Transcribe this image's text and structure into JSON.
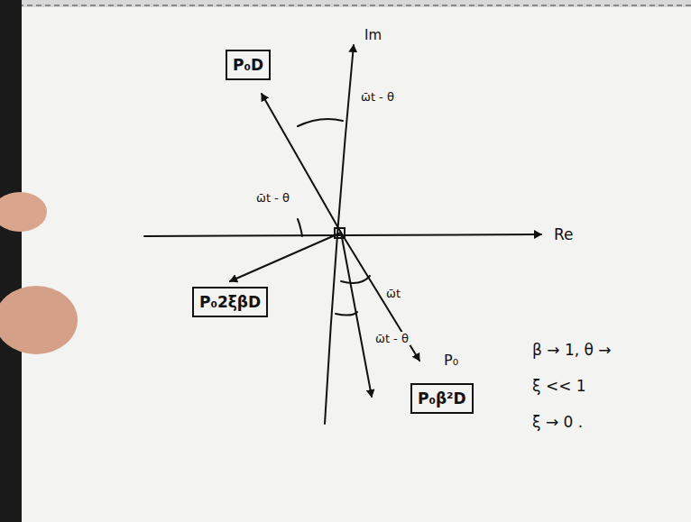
{
  "diagram": {
    "nodes": [
      {
        "text": [
          "P₀D"
        ]
      },
      {
        "text": [
          "P₀2ξβD"
        ]
      },
      {
        "text": [
          "P₀β²D"
        ]
      }
    ],
    "labels": [
      "Im",
      "Re",
      "ω̄t - θ",
      "ω̄t - θ",
      "ω̄t",
      "ω̄t - θ",
      "P₀",
      "β → 1, θ →",
      "ξ << 1",
      "ξ → 0 ."
    ]
  }
}
